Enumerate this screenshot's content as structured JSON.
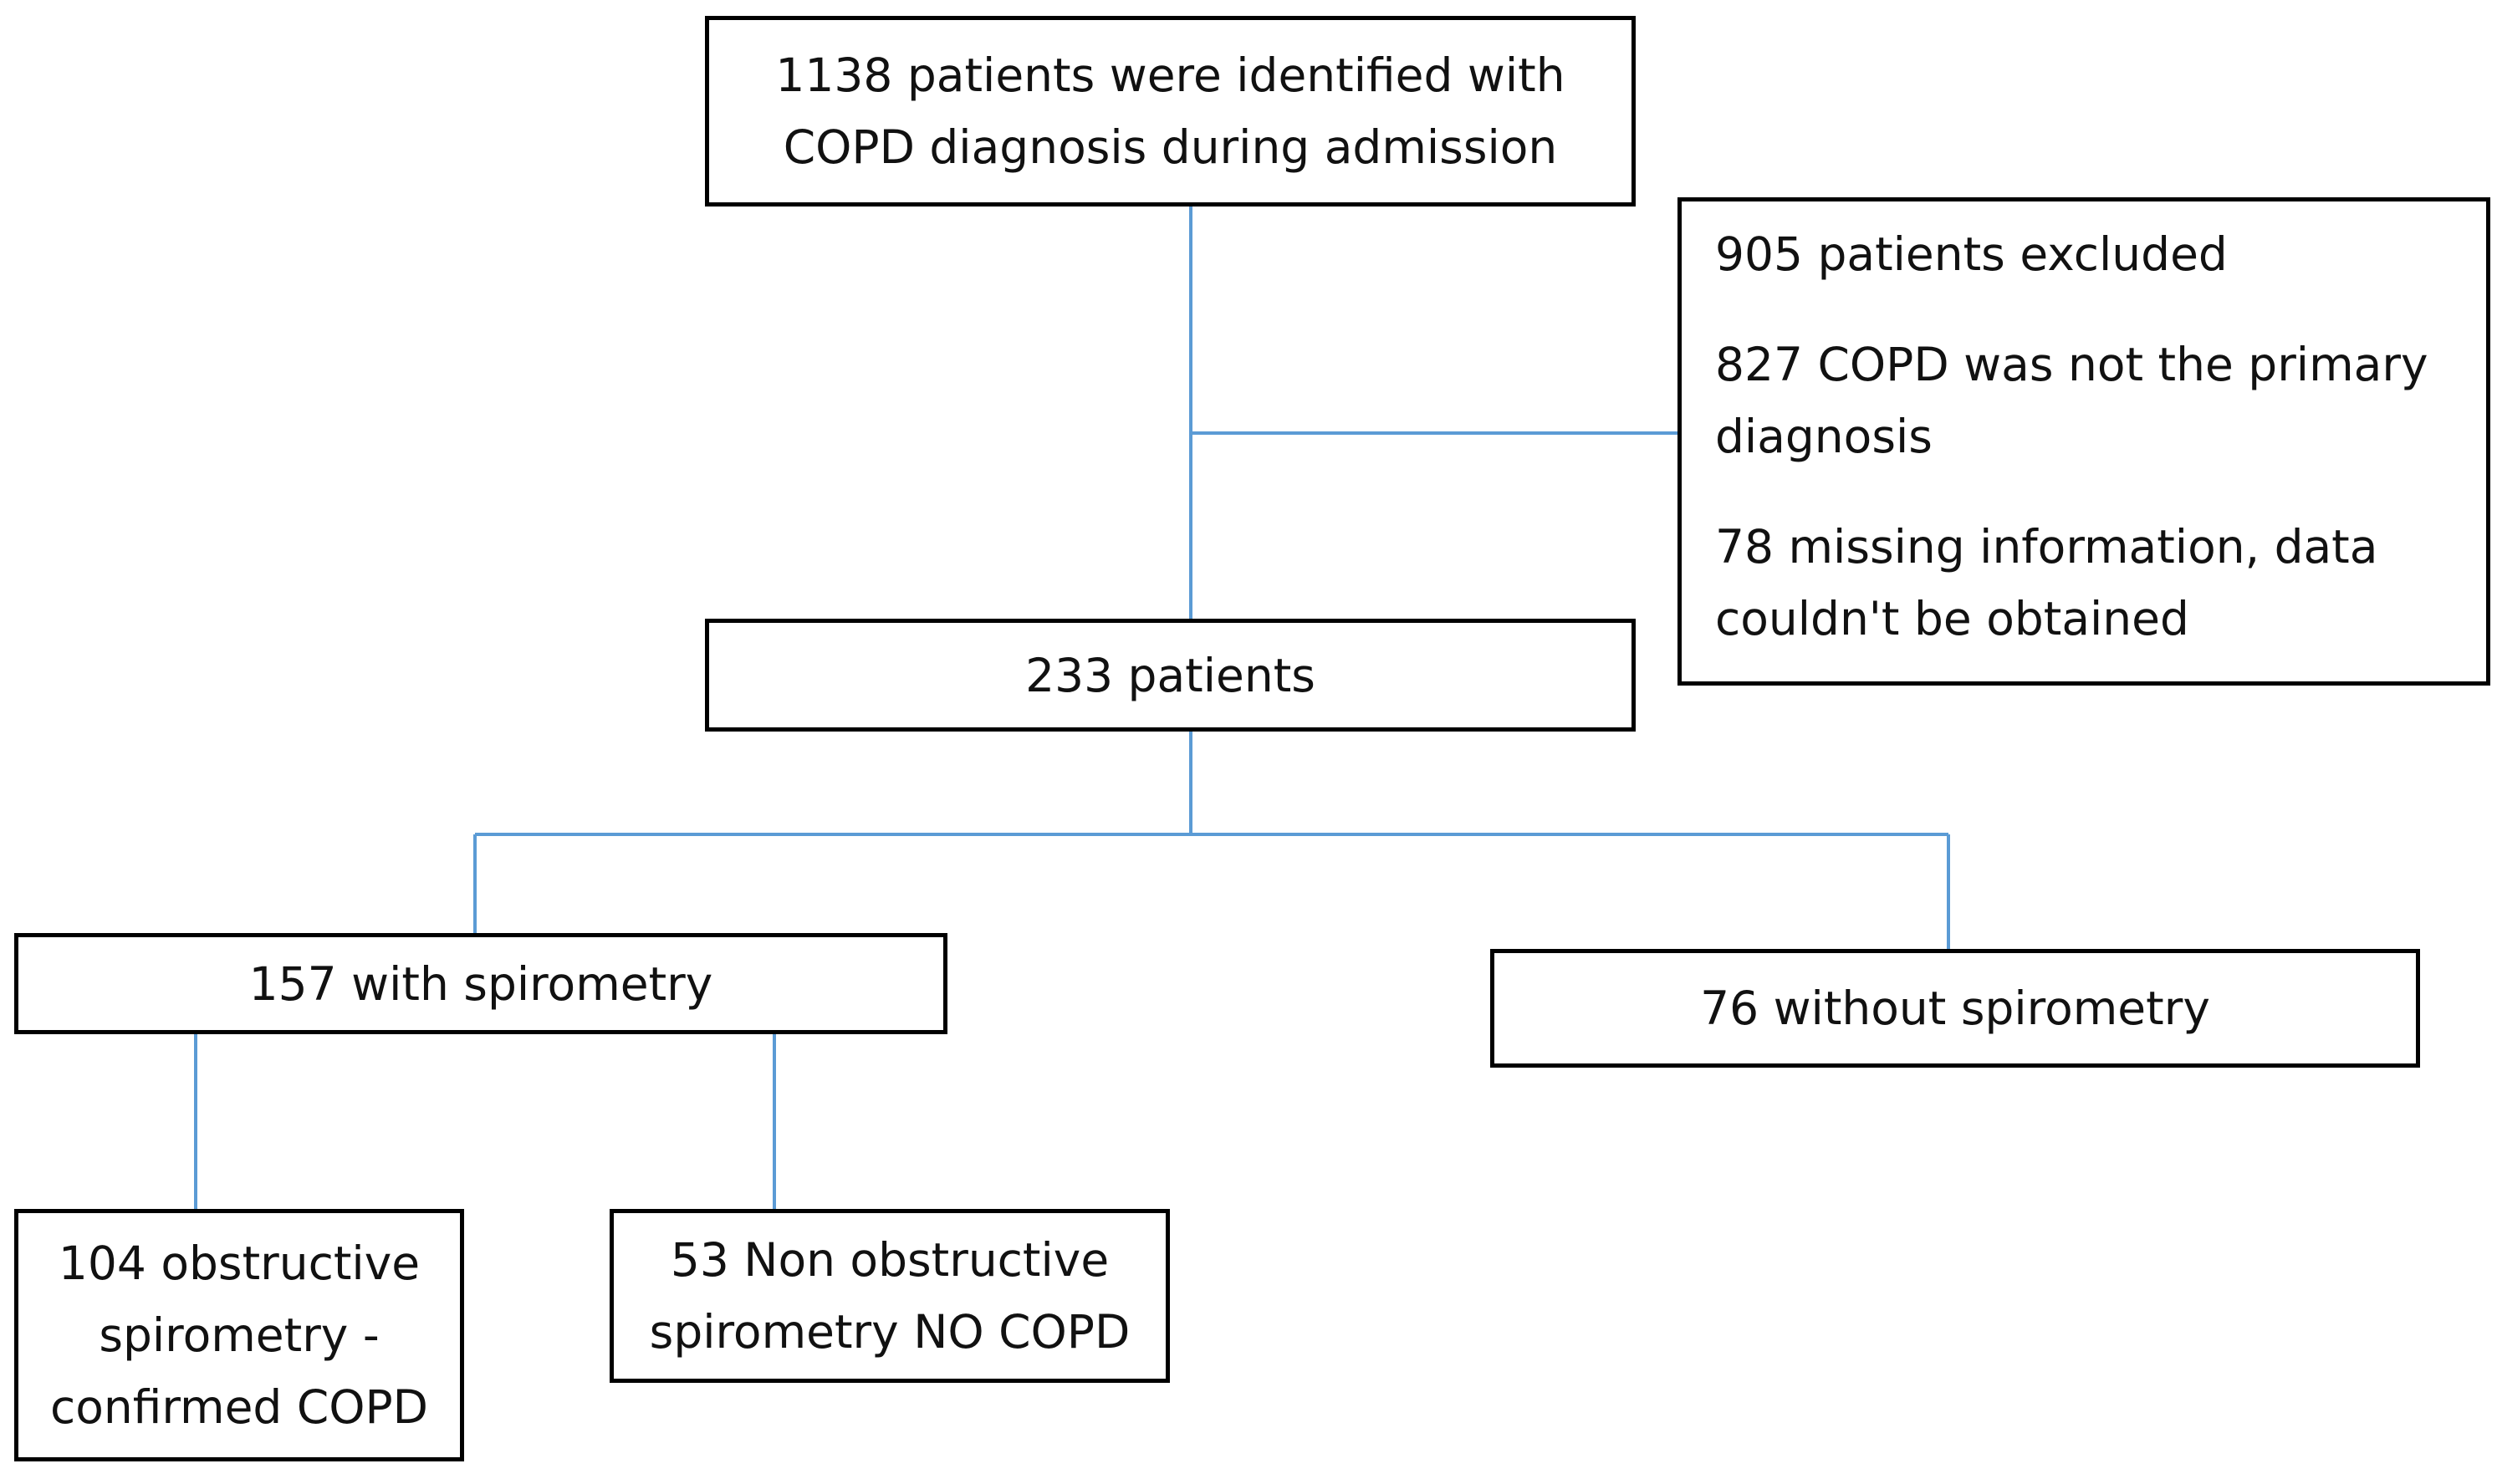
{
  "boxes": {
    "identified": {
      "lines": [
        "1138 patients were identified with",
        "COPD diagnosis during admission"
      ]
    },
    "excluded": {
      "title": "905 patients excluded",
      "reason1": [
        "827 COPD was not the primary",
        "diagnosis"
      ],
      "reason2": [
        "78 missing information, data",
        "couldn't be obtained"
      ]
    },
    "included": {
      "lines": [
        "233 patients"
      ]
    },
    "with_spirometry": {
      "lines": [
        "157 with spirometry"
      ]
    },
    "without_spirometry": {
      "lines": [
        "76 without spirometry"
      ]
    },
    "obstructive": {
      "lines": [
        "104 obstructive",
        "spirometry -",
        "confirmed COPD"
      ]
    },
    "non_obstructive": {
      "lines": [
        "53 Non obstructive",
        "spirometry NO COPD"
      ]
    }
  },
  "colors": {
    "connector": "#5b9bd5",
    "border": "#000000"
  }
}
